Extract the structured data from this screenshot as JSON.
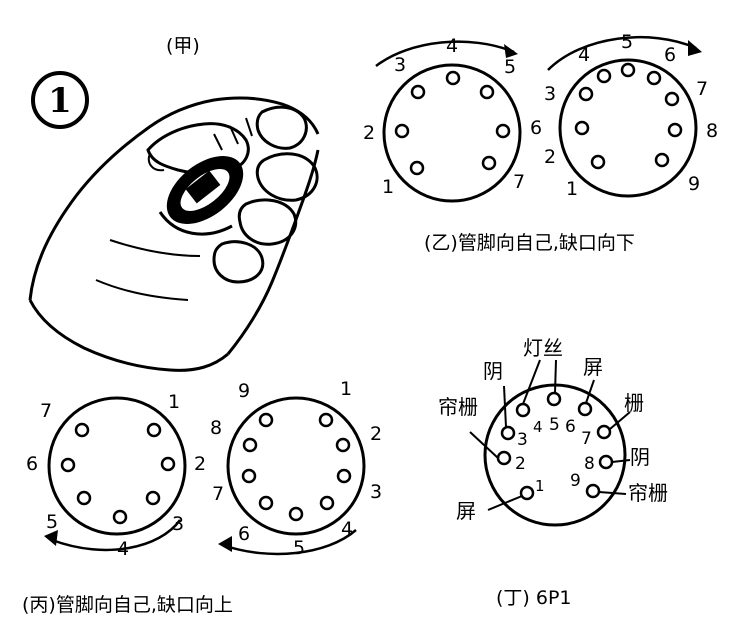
{
  "figure": {
    "badge": "1",
    "panels": {
      "jia": {
        "caption": "(甲)"
      },
      "yi": {
        "caption": "(乙)管脚向自己,缺口向下",
        "left_socket_pins": [
          "1",
          "2",
          "3",
          "4",
          "5",
          "6",
          "7"
        ],
        "right_socket_pins": [
          "1",
          "2",
          "3",
          "4",
          "5",
          "6",
          "7",
          "8",
          "9"
        ]
      },
      "bing": {
        "caption": "(丙)管脚向自己,缺口向上",
        "left_socket_pins": [
          "1",
          "2",
          "3",
          "4",
          "5",
          "6",
          "7"
        ],
        "right_socket_pins": [
          "1",
          "2",
          "3",
          "4",
          "5",
          "6",
          "7",
          "8",
          "9"
        ]
      },
      "ding": {
        "caption": "(丁) 6P1",
        "pins": [
          "1",
          "2",
          "3",
          "4",
          "5",
          "6",
          "7",
          "8",
          "9"
        ],
        "labels": {
          "filament": "灯丝",
          "cathode": "阴",
          "cathode2": "阴",
          "control_grid": "帘栅",
          "control_grid2": "帘栅",
          "screen": "屏",
          "screen2": "屏",
          "grid": "栅"
        }
      }
    }
  }
}
